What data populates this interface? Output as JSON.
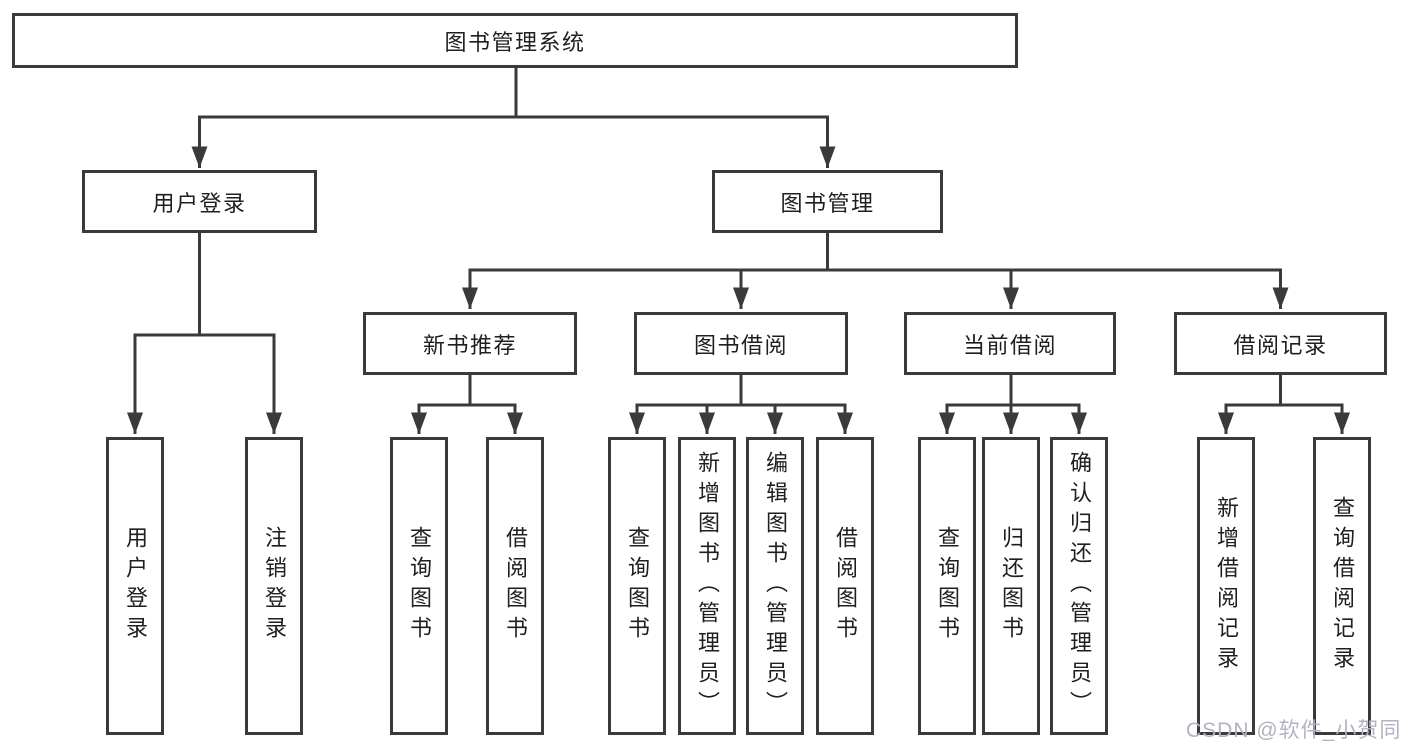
{
  "diagram": {
    "type": "tree",
    "root": {
      "label": "图书管理系统"
    },
    "branches": [
      {
        "label": "用户登录",
        "children": [
          {
            "label": "用户登录"
          },
          {
            "label": "注销登录"
          }
        ]
      },
      {
        "label": "图书管理",
        "children": [
          {
            "label": "新书推荐",
            "children": [
              {
                "label": "查询图书"
              },
              {
                "label": "借阅图书"
              }
            ]
          },
          {
            "label": "图书借阅",
            "children": [
              {
                "label": "查询图书"
              },
              {
                "label": "新增图书（管理员）"
              },
              {
                "label": "编辑图书（管理员）"
              },
              {
                "label": "借阅图书"
              }
            ]
          },
          {
            "label": "当前借阅",
            "children": [
              {
                "label": "查询图书"
              },
              {
                "label": "归还图书"
              },
              {
                "label": "确认归还（管理员）"
              }
            ]
          },
          {
            "label": "借阅记录",
            "children": [
              {
                "label": "新增借阅记录"
              },
              {
                "label": "查询借阅记录"
              }
            ]
          }
        ]
      }
    ]
  },
  "watermark": {
    "text": "CSDN @软件_小贺同学"
  },
  "colors": {
    "line": "#3a3a3a",
    "box_border": "#3a3a3a",
    "box_bg": "#ffffff",
    "text": "#1f1f1f",
    "background": "#ffffff",
    "watermark": "#b4b2c1"
  }
}
